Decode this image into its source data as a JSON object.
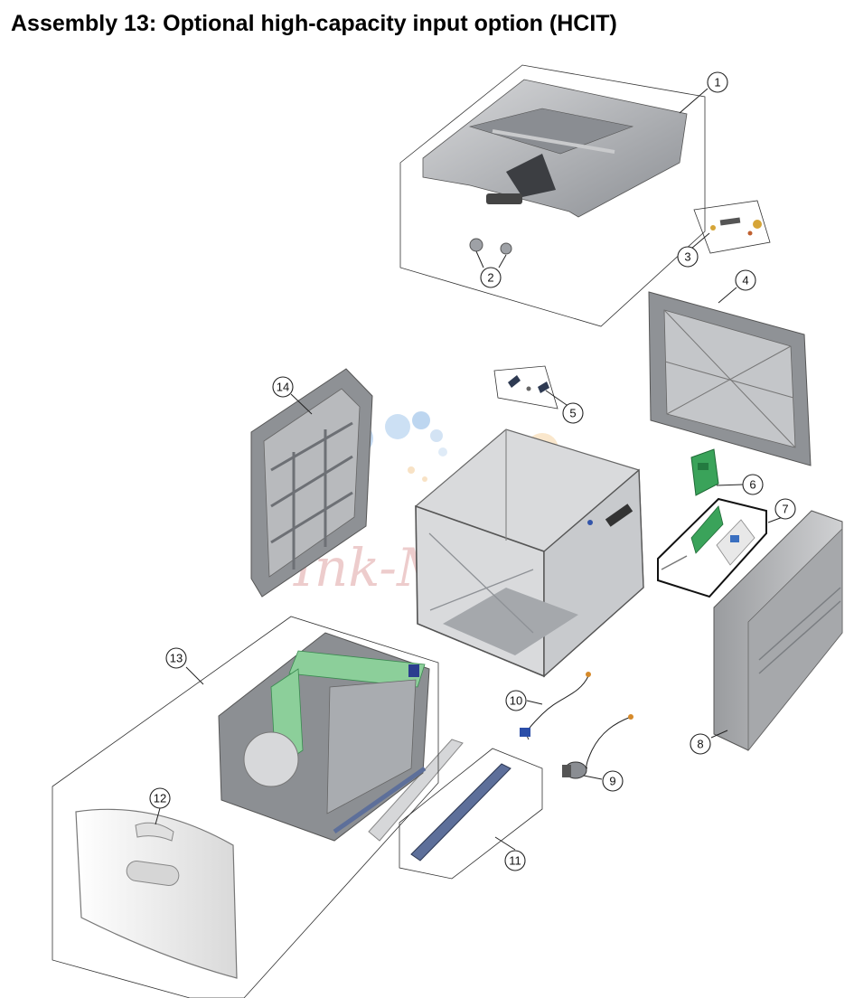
{
  "page": {
    "title": "Assembly 13:  Optional high-capacity input option (HCIT)"
  },
  "watermark": {
    "text": "Ink-Market"
  },
  "callouts": [
    "1",
    "2",
    "3",
    "4",
    "5",
    "6",
    "7",
    "8",
    "9",
    "10",
    "11",
    "12",
    "13",
    "14"
  ],
  "colors": {
    "metal": "#b7b9bc",
    "metal_dark": "#7d8086",
    "board_green": "#3aa35a",
    "cable_blue": "#2a8fd6",
    "door_white": "#f2f2f2",
    "rail_blue": "#5d6f9a",
    "watermark_red": "#d98f8f"
  }
}
